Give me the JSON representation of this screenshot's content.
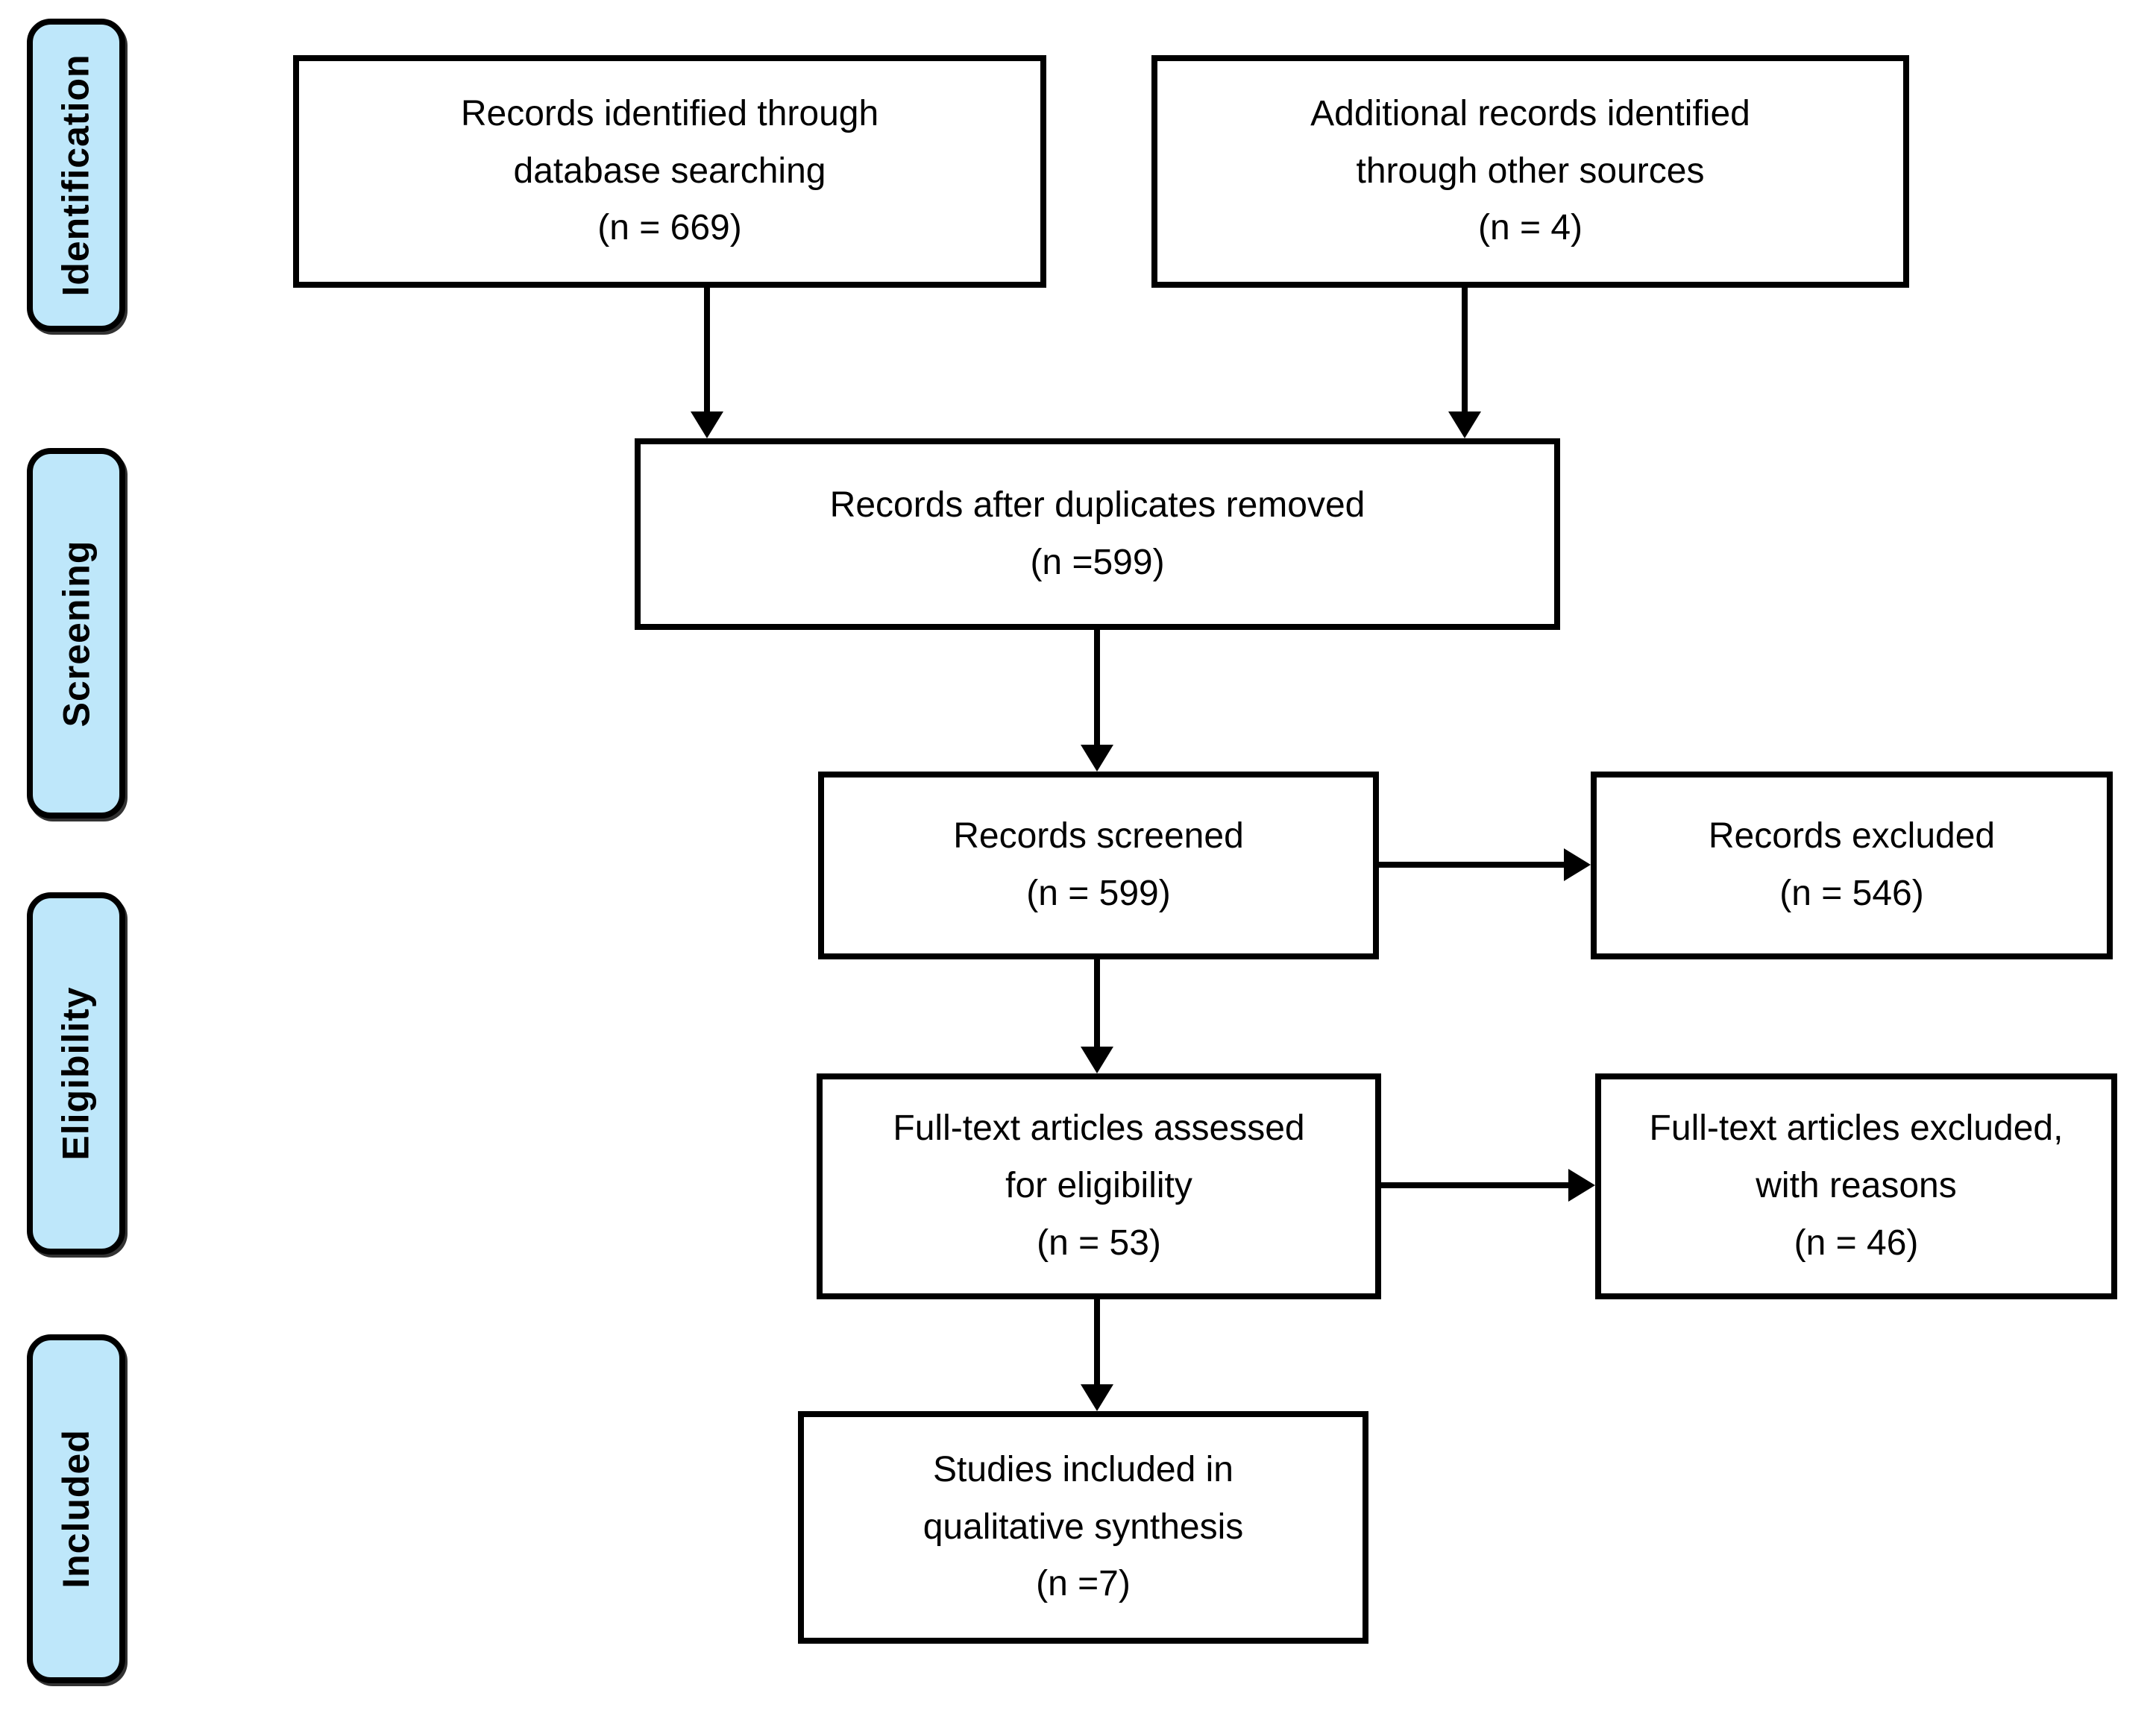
{
  "diagram": {
    "kind": "prisma-flow-diagram",
    "stage_fill_color": "#BEE7FA",
    "box_border_color": "#000000",
    "stage_labels": [
      "Identification",
      "Screening",
      "Eligibility",
      "Included"
    ],
    "nodes": {
      "identified": {
        "text": "Records identified through\ndatabase searching\n(n = 669)",
        "count": 669
      },
      "additional": {
        "text": "Additional records identified\nthrough other sources\n(n = 4)",
        "count": 4
      },
      "deduplicated": {
        "text": "Records after duplicates removed\n(n =599)",
        "count": 599
      },
      "screened": {
        "text": "Records screened\n(n = 599)",
        "count": 599
      },
      "excluded": {
        "text": "Records excluded\n(n = 546)",
        "count": 546
      },
      "fulltext": {
        "text": "Full-text articles assessed\nfor eligibility\n(n = 53)",
        "count": 53
      },
      "fulltext_excluded": {
        "text": "Full-text articles excluded,\nwith reasons\n(n = 46)",
        "count": 46
      },
      "included_studies": {
        "text": "Studies included in\nqualitative synthesis\n(n =7)",
        "count": 7
      }
    },
    "edges": [
      {
        "from": "identified",
        "to": "deduplicated"
      },
      {
        "from": "additional",
        "to": "deduplicated"
      },
      {
        "from": "deduplicated",
        "to": "screened"
      },
      {
        "from": "screened",
        "to": "excluded"
      },
      {
        "from": "screened",
        "to": "fulltext"
      },
      {
        "from": "fulltext",
        "to": "fulltext_excluded"
      },
      {
        "from": "fulltext",
        "to": "included_studies"
      }
    ]
  }
}
